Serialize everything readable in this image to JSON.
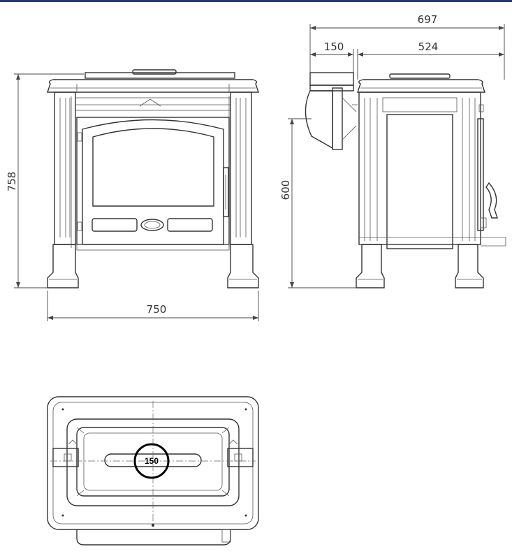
{
  "dimensions": {
    "overall_height": "758",
    "overall_width": "750",
    "overall_depth": "697",
    "flue_offset": "150",
    "body_depth": "524",
    "flue_height": "600"
  },
  "top_view": {
    "flue_diameter_label": "150"
  },
  "colors": {
    "line": "#333333",
    "header_bar": "#2b3a67",
    "highlight_circle": "#000000"
  }
}
